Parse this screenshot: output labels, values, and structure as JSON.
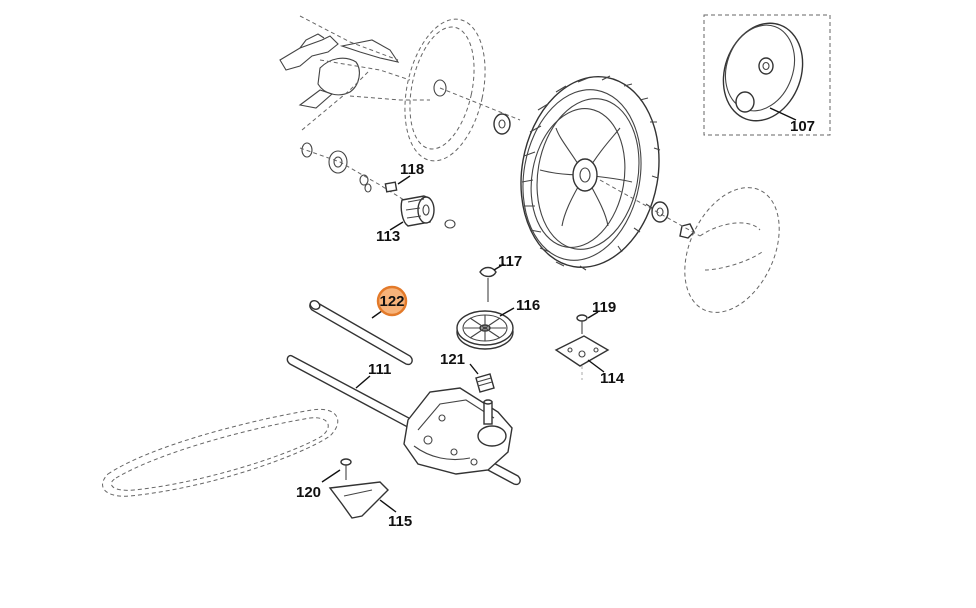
{
  "parts": {
    "p107": "107",
    "p111": "111",
    "p113": "113",
    "p114": "114",
    "p115": "115",
    "p116": "116",
    "p117": "117",
    "p118": "118",
    "p119": "119",
    "p120": "120",
    "p121": "121",
    "p122": "122"
  },
  "highlight": {
    "part": "122",
    "fill": "#f7b37a",
    "stroke": "#e37a2a"
  },
  "colors": {
    "line": "#333333",
    "background": "#ffffff"
  }
}
